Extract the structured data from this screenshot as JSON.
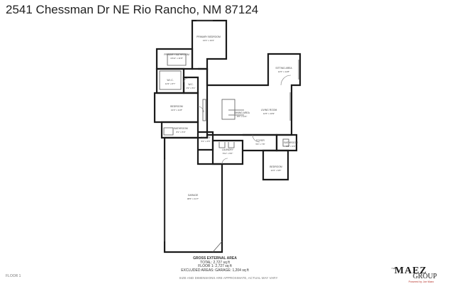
{
  "title": "2541 Chessman Dr NE Rio Rancho, NM 87124",
  "rooms": [
    {
      "id": "primary-bedroom",
      "name": "PRIMARY BEDROOM",
      "dims": "13'3\" x 16'2\""
    },
    {
      "id": "primary-bathroom",
      "name": "PRIMARY BATHROOM",
      "dims": "16'11\" x 11'8\""
    },
    {
      "id": "wic",
      "name": "W.I.C.",
      "dims": "11'9\" x 8'7\""
    },
    {
      "id": "wc",
      "name": "W.C.",
      "dims": "3'9\" x 5'1\""
    },
    {
      "id": "bedroom-west",
      "name": "BEDROOM",
      "dims": "13'3\" x 11'8\""
    },
    {
      "id": "bathroom-west",
      "name": "BATHROOM",
      "dims": "8'1\" x 5'3\""
    },
    {
      "id": "pantry",
      "name": "PANTRY",
      "dims": "5'2\" x 6'5\""
    },
    {
      "id": "dining-area",
      "name": "DINING AREA",
      "dims": "9'9\" x 11'3\""
    },
    {
      "id": "living-room",
      "name": "LIVING ROOM",
      "dims": "14'5\" x 19'9\""
    },
    {
      "id": "sitting-area",
      "name": "SITTING AREA",
      "dims": "12'6\" x 14'8\""
    },
    {
      "id": "laundry",
      "name": "LAUNDRY",
      "dims": "6'11\" x 9'0\""
    },
    {
      "id": "foyer",
      "name": "FOYER",
      "dims": "5'9\" x 7'8\""
    },
    {
      "id": "bathroom-east",
      "name": "BATHROOM",
      "dims": "5'3\" x 9'0\""
    },
    {
      "id": "bedroom-east",
      "name": "BEDROOM",
      "dims": "12'2\" x 9'8\""
    },
    {
      "id": "garage",
      "name": "GARAGE",
      "dims": "38'6\" x 31'7\""
    }
  ],
  "area": {
    "heading": "GROSS EXTERNAL AREA",
    "total": "TOTAL: 2,727 sq ft",
    "floor": "FLOOR 1: 2,727 sq ft",
    "excluded": "EXCLUDED AREAS: GARAGE: 1,204 sq ft"
  },
  "disclaimer": "SIZE AND DIMENSIONS ARE APPROXIMATE, ACTUAL MAY VARY",
  "floor_label": "FLOOR 1",
  "logo": {
    "the": "THE",
    "main": "MAEZ",
    "group": "GROUP",
    "powered": "Powered by Joe Maez"
  }
}
